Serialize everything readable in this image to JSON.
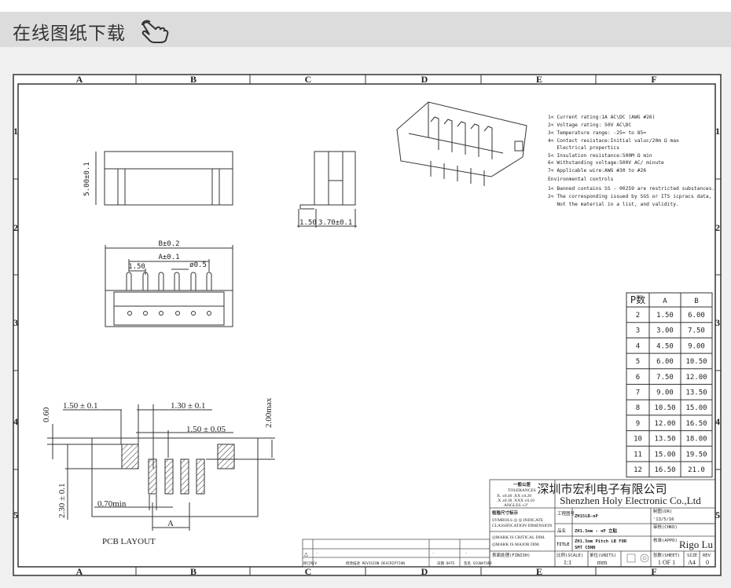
{
  "header": {
    "title": "在线图纸下载",
    "icon": "pointing-hand-icon"
  },
  "frame": {
    "columns": [
      "A",
      "B",
      "C",
      "D",
      "E",
      "F"
    ],
    "rows": [
      "1",
      "2",
      "3",
      "4",
      "5"
    ]
  },
  "views": {
    "side_view": {
      "height_dim": "5.00±0.1"
    },
    "end_view": {
      "dim_left": "1.50",
      "dim_right": "3.70±0.1"
    },
    "top_view": {
      "dim_b": "B±0.2",
      "dim_a": "A±0.1",
      "pitch": "1.50",
      "pin_dia": "ø0.5"
    },
    "pcb": {
      "caption": "PCB LAYOUT",
      "dim_1": "1.50 ± 0.1",
      "dim_2": "1.30 ± 0.1",
      "dim_3": "1.50 ± 0.05",
      "dim_4": "0.60",
      "dim_5": "2.00max",
      "dim_6": "2.30 ± 0.1",
      "dim_7": "0.70min",
      "dim_8": "A"
    }
  },
  "notes": [
    "1< Current rating:1A AC\\DC (AWG #26)",
    "2< Voltage rating: 50V AC\\DC",
    "3< Temperature range: -25=  to 85=",
    "4< Contact resistace:Initial valuc/20m Ω max",
    "   Electrical propertics",
    "5< Insulation resistance:500M Ω min",
    "6< Withstanding voltage:500V AC/ minute",
    "7< Applicable wire:AWG #30 to #26",
    "Environmental controls",
    "1< Banned contains SS - 00259 are restricted substances.",
    "2< The corresponding issued by SGS or ITS icpracs data,",
    "   Not the material in a list, and validity."
  ],
  "table": {
    "headers": [
      "P数",
      "A",
      "B"
    ],
    "rows": [
      [
        "2",
        "1.50",
        "6.00"
      ],
      [
        "3",
        "3.00",
        "7.50"
      ],
      [
        "4",
        "4.50",
        "9.00"
      ],
      [
        "5",
        "6.00",
        "10.50"
      ],
      [
        "6",
        "7.50",
        "12.00"
      ],
      [
        "7",
        "9.00",
        "13.50"
      ],
      [
        "8",
        "10.50",
        "15.00"
      ],
      [
        "9",
        "12.00",
        "16.50"
      ],
      [
        "10",
        "13.50",
        "18.00"
      ],
      [
        "11",
        "15.00",
        "19.50"
      ],
      [
        "12",
        "16.50",
        "21.0"
      ]
    ]
  },
  "title_block": {
    "tol_title": "一般公差",
    "tol_sub": "TOLERANCES",
    "tol_1": "X. ±0.40   .XX ±0.20",
    "tol_2": ".X ±0.30  .XXX ±0.10",
    "tol_3": "ANGLES   ±3°",
    "company_cn": "深圳市宏利电子有限公司",
    "company_en": "Shenzhen Holy Electronic Co.,Ltd",
    "inspect_title": "检验尺寸标示",
    "inspect_1": "SYMBOLS ◎ ◎ INDICATE",
    "inspect_2": "CLASSIFICATION DIMENSION",
    "mark_1": "◎MARK IS CRITICAL DIM.",
    "mark_2": "◎MARK IS MAJOR DIM.",
    "finish": "表面处理(FINISH)",
    "drawing_no_label": "工程图号",
    "drawing_no": "ZH15LB-nP",
    "part_name_label": "品名",
    "part_name": "ZH1.5mm - nP 立贴",
    "title_label": "TITLE",
    "title_1": "ZH1.5mm Pitch LB FOR",
    "title_2": "SMT CONN",
    "drawn_label": "制图(DR)",
    "drawn_date": "'13/5/16",
    "checked_label": "审核(CHKD)",
    "approved_label": "核准(APPD)",
    "approved_by": "Rigo Lu",
    "scale_label": "比例(SCALE)",
    "scale": "1:1",
    "units_label": "单位(UNITS)",
    "units": "mm",
    "sheet_label": "张数(SHEET)",
    "sheet": "1 OF 1",
    "size_label": "SIZE",
    "size": "A4",
    "rev_label": "REV",
    "rev": "0"
  },
  "revision_block": {
    "col_rev": "修订REV",
    "col_desc": "修改描述 REVISION DESCRIPTION",
    "col_date": "日期 DATE",
    "col_sign": "签名 SIGNATURE",
    "entry_desc": "-",
    "entry_date": "-",
    "entry_sign": "-"
  }
}
